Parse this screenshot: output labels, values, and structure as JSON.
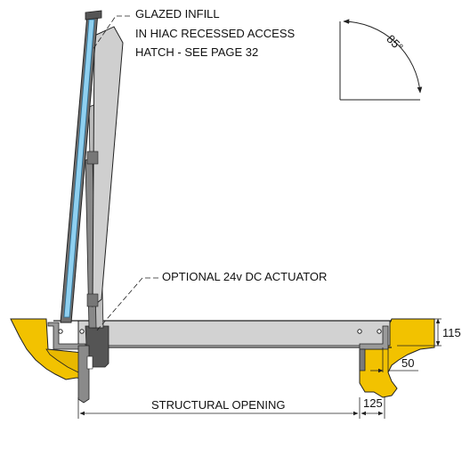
{
  "callouts": {
    "glazed_line1": "GLAZED INFILL",
    "glazed_line2": "IN HIAC RECESSED ACCESS",
    "glazed_line3": "HATCH - SEE PAGE 32",
    "actuator": "OPTIONAL 24v DC ACTUATOR"
  },
  "angle": {
    "value": "85°"
  },
  "dimensions": {
    "depth": "115",
    "upstand": "50",
    "flange": "125",
    "structural_opening": "STRUCTURAL OPENING"
  },
  "colors": {
    "concrete": "#f2c200",
    "glass": "#8fd0f0",
    "lid_grey": "#d4d4d4",
    "frame_grey": "#7a7a7a",
    "outline": "#222222"
  }
}
